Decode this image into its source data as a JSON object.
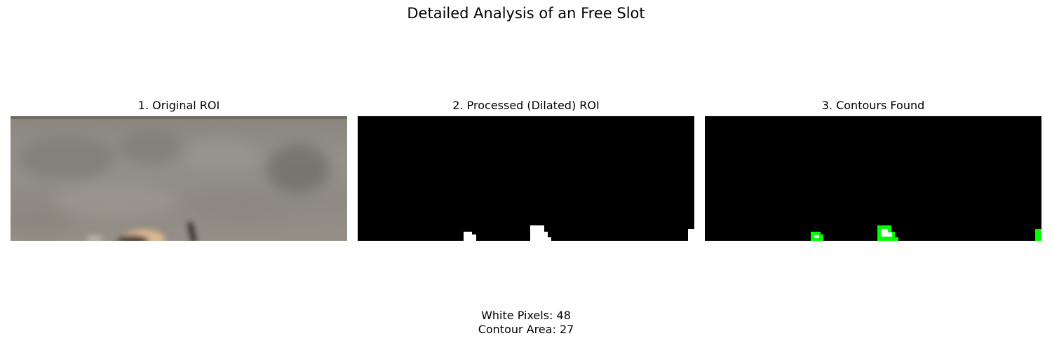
{
  "figure": {
    "title": "Detailed Analysis of an Free Slot"
  },
  "panels": [
    {
      "title": "1. Original ROI"
    },
    {
      "title": "2. Processed (Dilated) ROI"
    },
    {
      "title": "3. Contours Found"
    }
  ],
  "stats": {
    "white_pixels": "White Pixels: 48",
    "contour_area": "Contour Area: 27"
  },
  "colors": {
    "roi_gray": "#8f8b82",
    "mask_background": "#000000",
    "mask_foreground": "#ffffff",
    "contour_green": "#00ff00"
  }
}
